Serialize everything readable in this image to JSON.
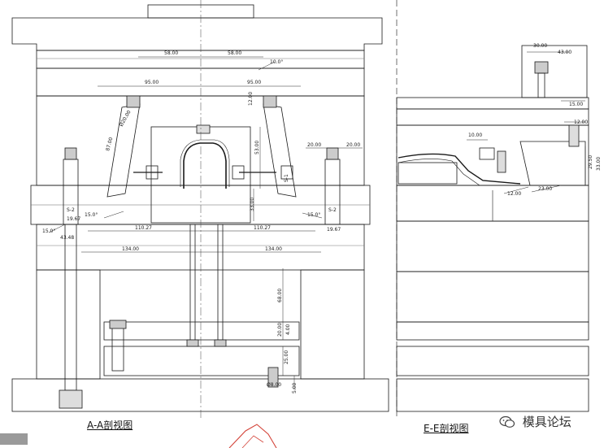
{
  "section_views": {
    "left_caption": "A-A剖视图",
    "right_caption": "E-E剖视图"
  },
  "watermark": {
    "text": "模具论坛",
    "icon": "wechat-icon"
  },
  "dimensions": {
    "a_58_left": "58.00",
    "a_58_right": "58.00",
    "a_95_left": "95.00",
    "a_95_right": "95.00",
    "a_10deg": "10.0°",
    "a_12_vert": "12.00",
    "a_87_vert": "87.00",
    "a_20_left": "20.00",
    "a_20_right": "20.00",
    "a_53_vert": "53.00",
    "a_33_vert": "33.00",
    "a_phi80": "Ø20.00",
    "a_15deg_left": "15.0°",
    "a_15deg_right": "15.0°",
    "a_19_left": "19.67",
    "a_19_right": "19.67",
    "a_110_left": "110.27",
    "a_110_right": "110.27",
    "a_134_left": "134.00",
    "a_134_right": "134.00",
    "a_15deg_far_left": "15.0°",
    "a_43_vert": "43.48",
    "a_s2_left": "S-2",
    "a_s2_right": "S-2",
    "a_s1": "S-1",
    "a_68_vert": "68.00",
    "a_20_vert": "20.00",
    "a_4_vert": "4.00",
    "a_25_vert": "25.00",
    "a_5_vert": "5.00",
    "a_phi": "Ø8.00",
    "e_30": "30.00",
    "e_43": "43.00",
    "e_15": "15.00",
    "e_12": "12.00",
    "e_10": "10.00",
    "e_29": "29.50",
    "e_33": "33.00",
    "e_12deg": "12.00",
    "e_23": "23.00"
  },
  "corner_badge": "",
  "colors": {
    "line": "#1a1a1a",
    "thin": "#555555",
    "dim": "#2a2a2a",
    "stamp": "#d4443a"
  }
}
